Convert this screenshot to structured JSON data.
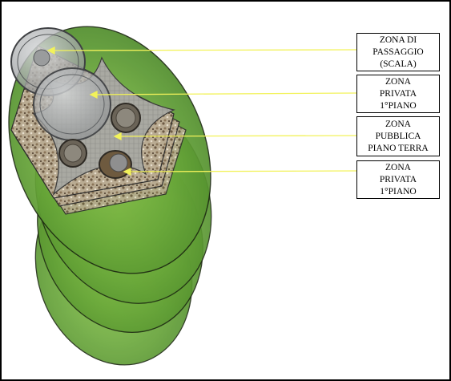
{
  "labels": [
    {
      "lines": [
        "ZONA DI",
        "PASSAGGIO",
        "(SCALA)"
      ]
    },
    {
      "lines": [
        "ZONA",
        "PRIVATA",
        "1°PIANO"
      ]
    },
    {
      "lines": [
        "ZONA",
        "PUBBLICA",
        "PIANO TERRA"
      ]
    },
    {
      "lines": [
        "ZONA",
        "PRIVATA",
        "1°PIANO"
      ]
    }
  ],
  "colors": {
    "leader_line": "#f2f25a",
    "terrain_green": "#6fae3a",
    "border": "#000000"
  }
}
